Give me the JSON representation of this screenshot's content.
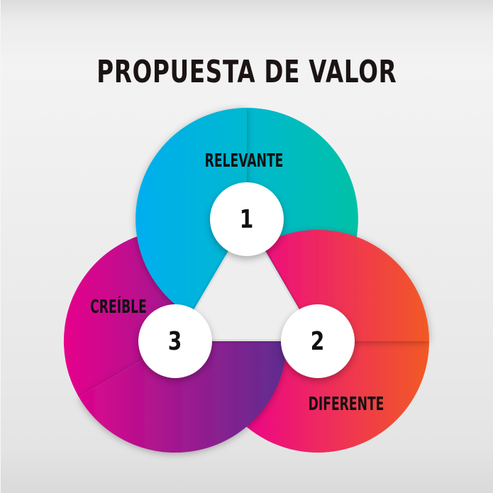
{
  "title": "PROPUESTA DE VALOR",
  "colors": {
    "background": "#eeeeee",
    "relevante_start": "#00aeef",
    "relevante_end": "#00bfa5",
    "diferente_start": "#ec008c",
    "diferente_end": "#f15a24",
    "creible_start": "#e6008c",
    "creible_end": "#662d91",
    "text": "#111111"
  },
  "segments": [
    {
      "number": "1",
      "label": "RELEVANTE",
      "color": "cyan-teal"
    },
    {
      "number": "2",
      "label": "DIFERENTE",
      "color": "pink-orange"
    },
    {
      "number": "3",
      "label": "CREÍBLE",
      "color": "magenta-purple"
    }
  ]
}
